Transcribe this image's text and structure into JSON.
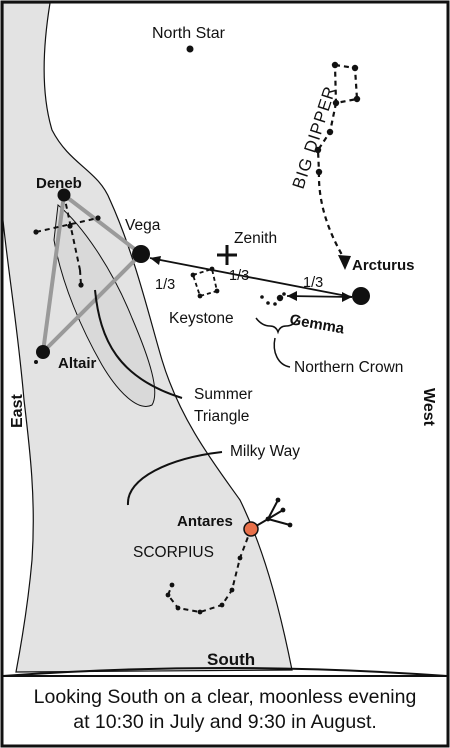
{
  "labels": {
    "north_star": "North Star",
    "big_dipper": "BIG DIPPER",
    "zenith": "Zenith",
    "deneb": "Deneb",
    "vega": "Vega",
    "arcturus": "Arcturus",
    "third_left": "1/3",
    "third_mid": "1/3",
    "third_right": "1/3",
    "keystone": "Keystone",
    "gemma": "Gemma",
    "northern_crown": "Northern Crown",
    "altair": "Altair",
    "east": "East",
    "west": "West",
    "summer_triangle_line1": "Summer",
    "summer_triangle_line2": "Triangle",
    "milky_way": "Milky Way",
    "antares": "Antares",
    "scorpius": "SCORPIUS",
    "south": "South"
  },
  "caption": {
    "line1": "Looking South on a clear, moonless evening",
    "line2": "at 10:30 in July and 9:30 in August."
  },
  "colors": {
    "milky_way": "#e3e3e3",
    "antares": "#e8704a",
    "triangle": "#9a9a9a",
    "ink": "#111111"
  }
}
